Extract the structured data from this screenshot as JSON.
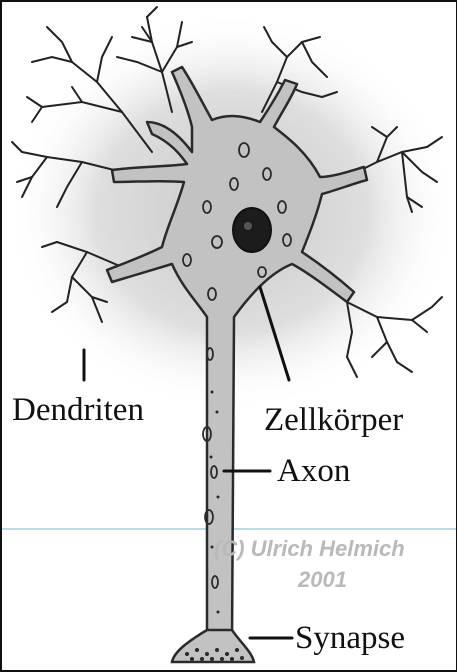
{
  "labels": {
    "dendrites": "Dendriten",
    "cell_body": "Zellkörper",
    "axon": "Axon",
    "synapse": "Synapse"
  },
  "credit": {
    "line1": "(C) Ulrich Helmich",
    "line2": "2001"
  },
  "colors": {
    "cell_fill": "#c2c2c2",
    "outline": "#2a2a2a",
    "nucleus": "#1c1c1c",
    "halo": "#d9d9d9",
    "credit_text": "#b9b9b9",
    "guide_line": "#7fb0c8"
  }
}
